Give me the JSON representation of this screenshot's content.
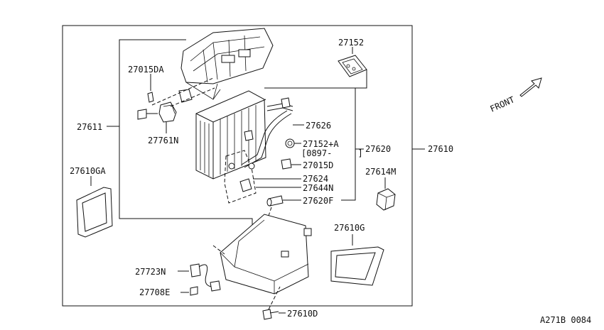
{
  "labels": {
    "p27152": "27152",
    "p27015DA": "27015DA",
    "p27611": "27611",
    "p27761N": "27761N",
    "p27626": "27626",
    "p27152A": "27152+A",
    "p0897": "[0897-     ]",
    "p27620": "27620",
    "p27610": "27610",
    "p27015D": "27015D",
    "p27610GA": "27610GA",
    "p27624": "27624",
    "p27614M": "27614M",
    "p27644N": "27644N",
    "p27620F": "27620F",
    "p27610G": "27610G",
    "p27723N": "27723N",
    "p27708E": "27708E",
    "p27610D": "27610D"
  },
  "front_label": "FRONT",
  "diagram_code": "A271B 0084"
}
